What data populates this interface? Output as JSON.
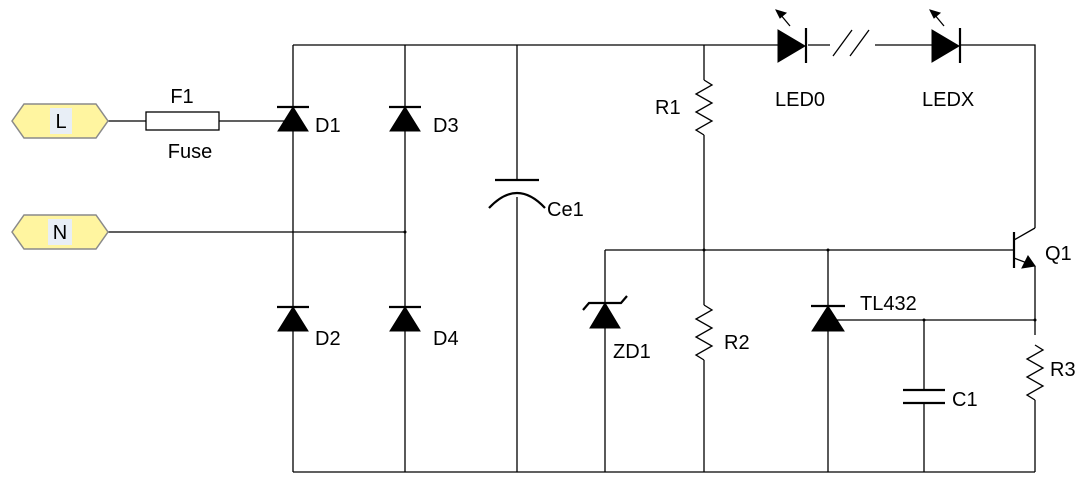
{
  "terminals": {
    "line": "L",
    "neutral": "N",
    "fill_color": "#fff5a0",
    "stroke_color": "#8a8a8a"
  },
  "components": {
    "fuse": {
      "ref": "F1",
      "value": "Fuse"
    },
    "d1": "D1",
    "d2": "D2",
    "d3": "D3",
    "d4": "D4",
    "ce1": "Ce1",
    "r1": "R1",
    "r2": "R2",
    "r3": "R3",
    "zd1": "ZD1",
    "tl432": "TL432",
    "c1": "C1",
    "q1": "Q1",
    "led0": "LED0",
    "ledx": "LEDX"
  }
}
